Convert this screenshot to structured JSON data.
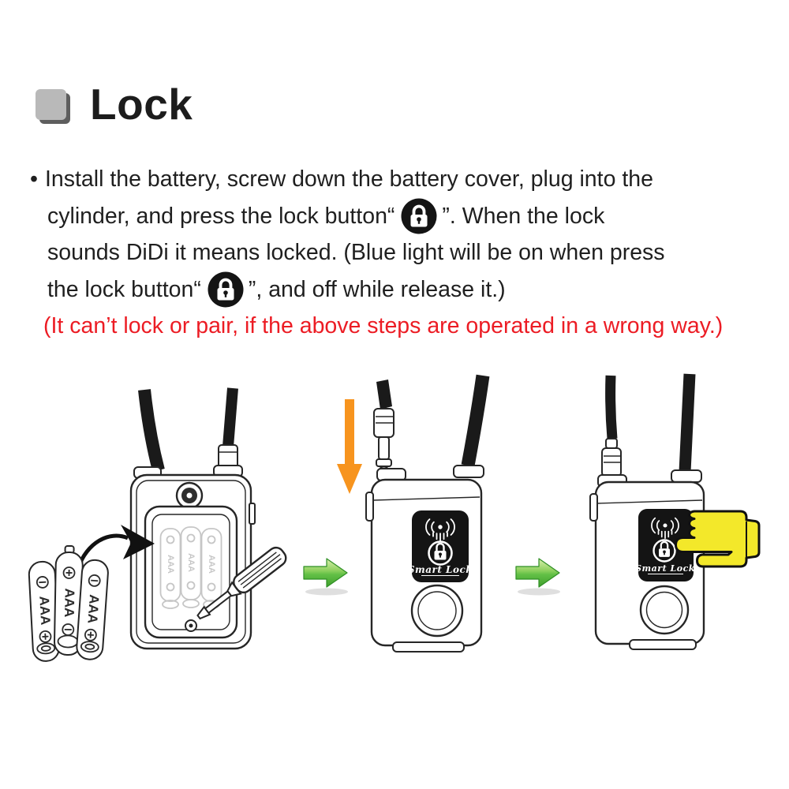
{
  "header": {
    "title": "Lock"
  },
  "instructions": {
    "bullet": "•",
    "line1": "Install the battery, screw down the battery cover, plug into the",
    "line2_before_icon": "cylinder, and press the lock button“",
    "line2_after_icon": "”. When the lock",
    "line3": "sounds DiDi it means locked. (Blue light will be on when press",
    "line4_before_icon": "the lock button“",
    "line4_after_icon": "”,  and off while release it.)",
    "warning": "(It can’t lock or pair, if the above steps are operated in a wrong way.)"
  },
  "diagram": {
    "battery_label": "AAA",
    "device_label": "Smart Lock",
    "icons": [
      "lock-button-icon",
      "signal-icon",
      "down-arrow-icon",
      "green-arrow-icon",
      "hand-press-icon",
      "screwdriver-icon",
      "battery-icon"
    ],
    "colors": {
      "warning_red": "#ec1c24",
      "orange_arrow": "#f7941e",
      "green_arrow_light": "#d9efad",
      "green_arrow_dark": "#3f9e2c",
      "hand_yellow": "#f3e82a",
      "strap_black": "#1a1a1a",
      "panel_black": "#141414",
      "heading_square_gray": "#b9b9b9"
    }
  }
}
